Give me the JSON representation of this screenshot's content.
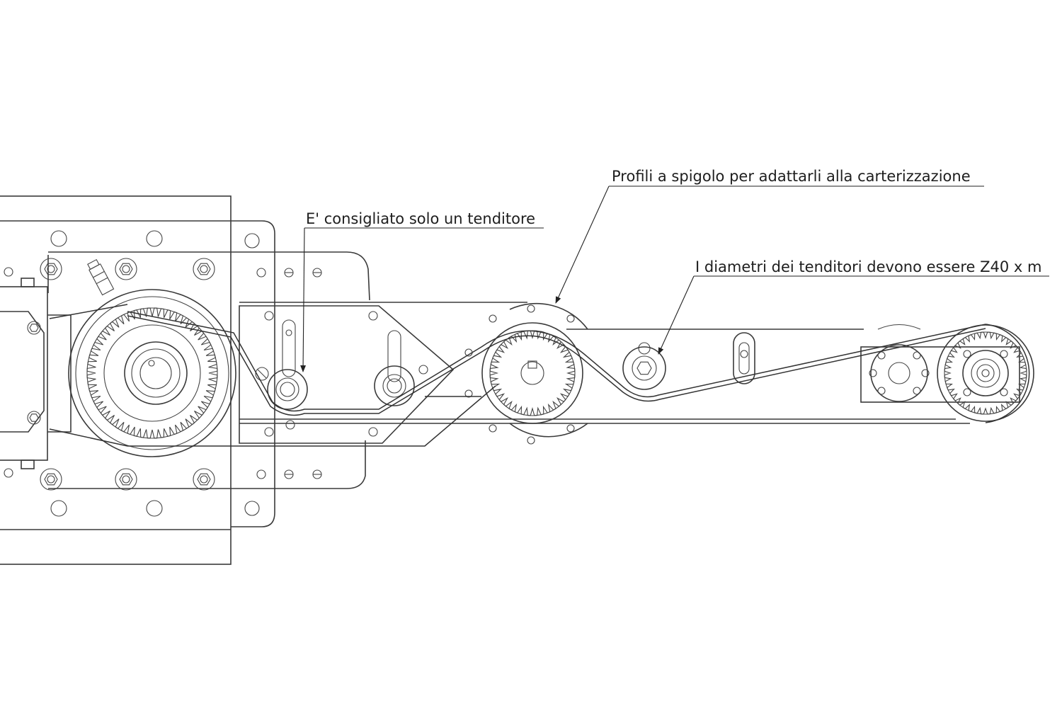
{
  "callouts": {
    "profiles": "Profili a spigolo per adattarli alla carterizzazione",
    "one_tensioner": "E' consigliato solo un tenditore",
    "tensioner_diameters": "I diametri dei tenditori devono essere Z40 x m"
  },
  "colors": {
    "line": "#3a3a3a",
    "text": "#1e1e1e",
    "background": "#ffffff"
  }
}
